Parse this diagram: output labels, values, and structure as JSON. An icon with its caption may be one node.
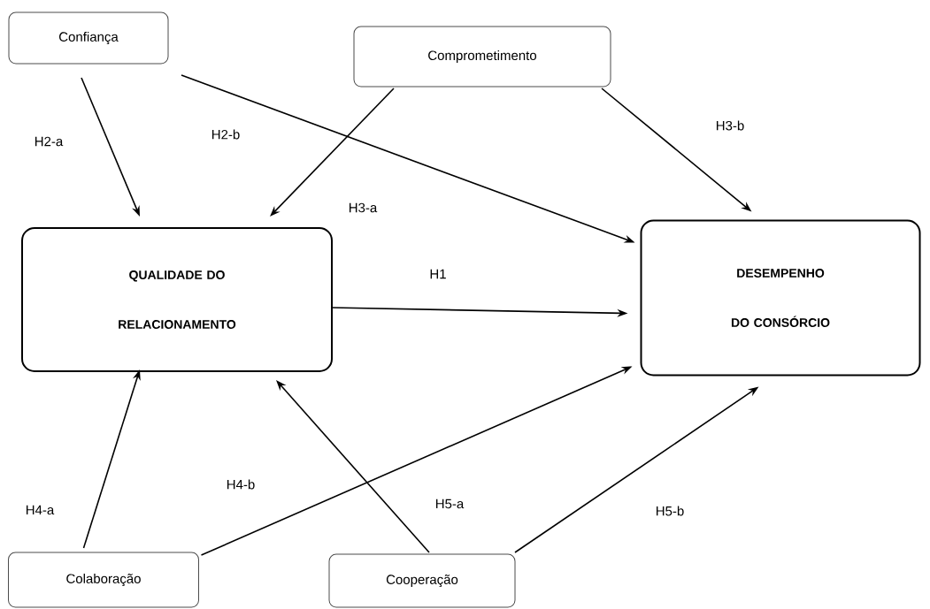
{
  "diagram": {
    "nodes": [
      {
        "text": [
          "Confiança"
        ]
      },
      {
        "text": [
          "Comprometimento"
        ]
      },
      {
        "text": [
          "QUALIDADE DO RELACIONAMENTO"
        ]
      },
      {
        "text": [
          "DESEMPENHO DO CONSÓRCIO"
        ]
      },
      {
        "text": [
          "Colaboração"
        ]
      },
      {
        "text": [
          "Cooperação"
        ]
      }
    ],
    "edges": [
      {
        "from": 0,
        "to": 2,
        "arrow": "to",
        "label": "H2-a"
      },
      {
        "from": 0,
        "to": 3,
        "arrow": "to",
        "label": "H2-b"
      },
      {
        "from": 1,
        "to": 2,
        "arrow": "to",
        "label": "H3-a"
      },
      {
        "from": 1,
        "to": 3,
        "arrow": "to",
        "label": "H3-b"
      },
      {
        "from": 2,
        "to": 3,
        "arrow": "to",
        "label": "H1"
      },
      {
        "from": 4,
        "to": 2,
        "arrow": "to",
        "label": "H4-a"
      },
      {
        "from": 4,
        "to": 3,
        "arrow": "to",
        "label": "H4-b"
      },
      {
        "from": 5,
        "to": 2,
        "arrow": "to",
        "label": "H5-a"
      },
      {
        "from": 5,
        "to": 3,
        "arrow": "to",
        "label": "H5-b"
      }
    ]
  }
}
